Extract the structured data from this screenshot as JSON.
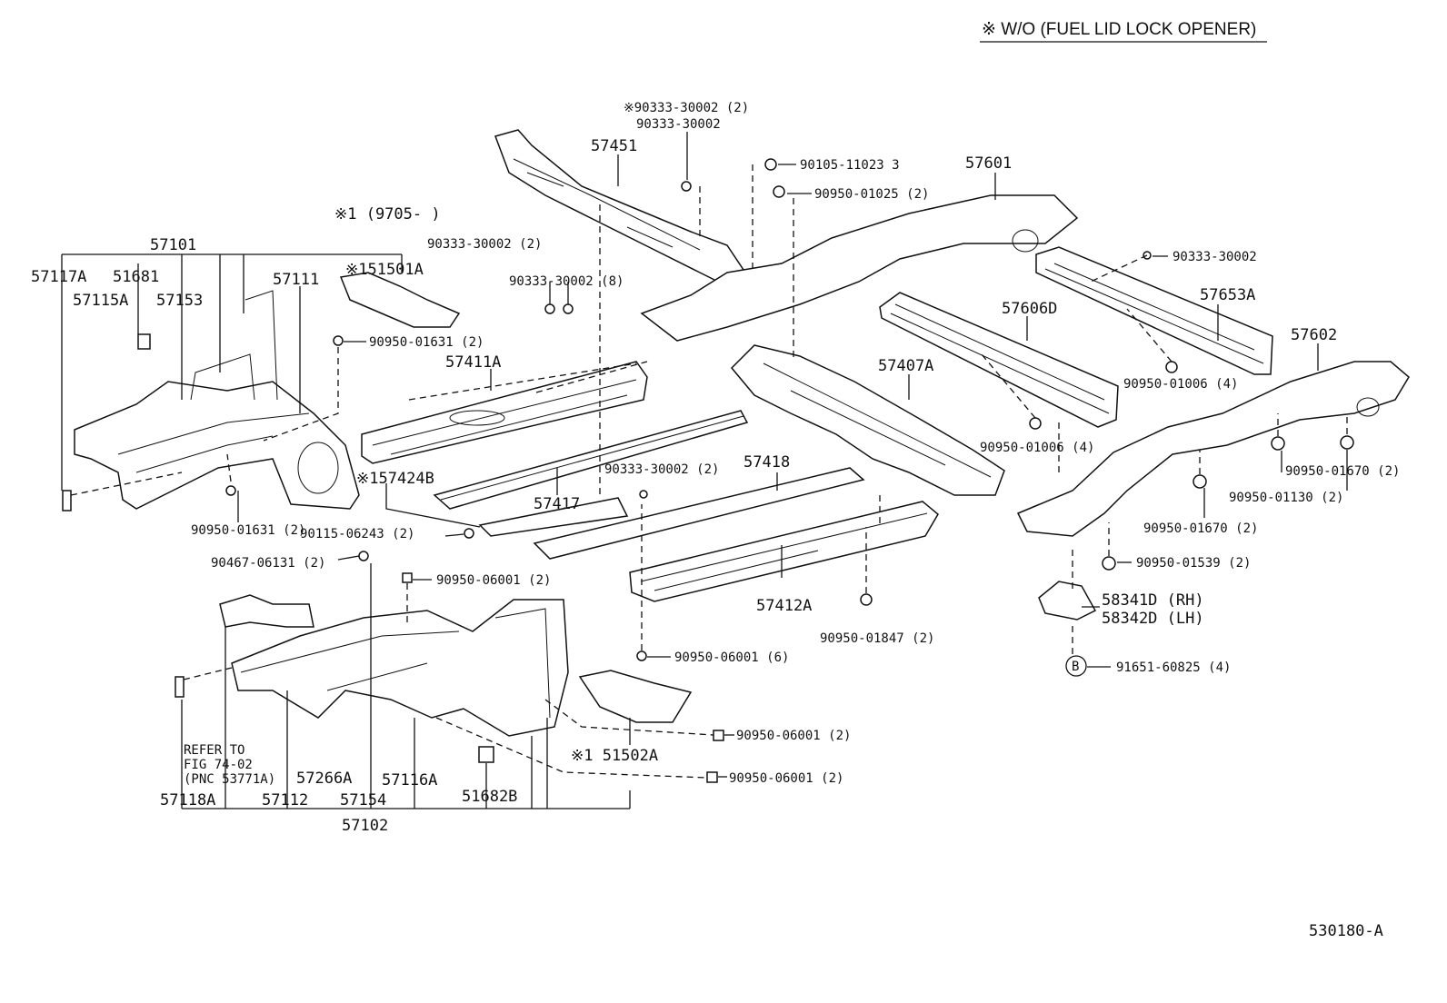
{
  "header_note": "※ W/O (FUEL LID LOCK OPENER)",
  "figure_code": "530180-A",
  "labels": {
    "l_57101": "57101",
    "l_57117A": "57117A",
    "l_51681": "51681",
    "l_57111": "57111",
    "l_57115A": "57115A",
    "l_57153": "57153",
    "l_51501A": "※151501A",
    "l_k1_9705": "※1 (9705-     )",
    "l_90950_01631_a": "90950-01631 (2)",
    "l_90950_01631_b": "90950-01631 (2)",
    "l_57451": "57451",
    "l_k90333_30002_2": "※90333-30002 (2)",
    "l_90333_30002": "90333-30002",
    "l_90333_30002_2a": "90333-30002 (2)",
    "l_90333_30002_8": "90333-30002 (8)",
    "l_57411A": "57411A",
    "l_57424B": "※157424B",
    "l_57417": "57417",
    "l_90333_30002_2b": "90333-30002 (2)",
    "l_57418": "57418",
    "l_90115_06243": "90115-06243 (2)",
    "l_90467_06131": "90467-06131 (2)",
    "l_90950_06001_2a": "90950-06001 (2)",
    "l_90105_11023": "90105-11023 3",
    "l_90950_01025": "90950-01025 (2)",
    "l_57601": "57601",
    "l_90333_30002_r": "90333-30002",
    "l_57653A": "57653A",
    "l_57606D": "57606D",
    "l_57407A": "57407A",
    "l_57602": "57602",
    "l_90950_01006_4a": "90950-01006 (4)",
    "l_90950_01006_4b": "90950-01006 (4)",
    "l_90950_01670_2a": "90950-01670 (2)",
    "l_90950_01130": "90950-01130 (2)",
    "l_90950_01670_2b": "90950-01670 (2)",
    "l_90950_01539": "90950-01539 (2)",
    "l_58341D": "58341D (RH)",
    "l_58342D": "58342D (LH)",
    "l_B": "B",
    "l_91651_60825": "91651-60825 (4)",
    "l_57412A": "57412A",
    "l_90950_01847": "90950-01847 (2)",
    "l_90950_06001_6": "90950-06001 (6)",
    "l_90950_06001_2b": "90950-06001 (2)",
    "l_51502A": "※1 51502A",
    "l_90950_06001_2c": "90950-06001 (2)",
    "l_refer1": "REFER TO",
    "l_refer2": "FIG 74-02",
    "l_refer3": "(PNC 53771A)",
    "l_57266A": "57266A",
    "l_57116A": "57116A",
    "l_57118A": "57118A",
    "l_57112": "57112",
    "l_57154": "57154",
    "l_51682B": "51682B",
    "l_57102": "57102"
  }
}
